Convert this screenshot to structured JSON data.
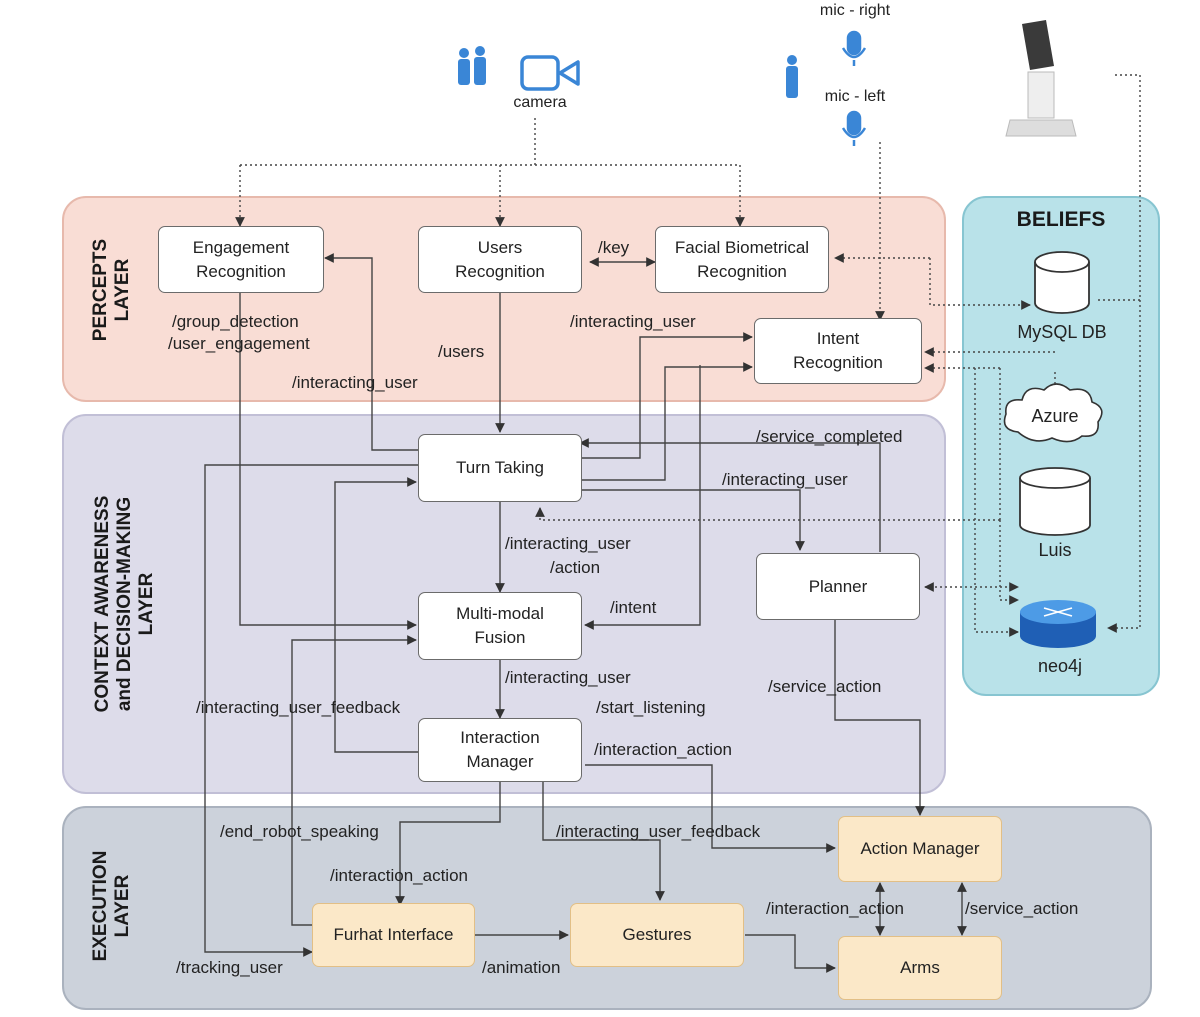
{
  "devices": {
    "camera": "camera",
    "mic_right": "mic - right",
    "mic_left": "mic - left"
  },
  "layers": {
    "percepts": "PERCEPTS\nLAYER",
    "context": "CONTEXT AWARENESS\nand DECISION-MAKING\nLAYER",
    "execution": "EXECUTION\nLAYER",
    "beliefs": "BELIEFS"
  },
  "nodes": {
    "engagement": "Engagement\nRecognition",
    "users_recognition": "Users\nRecognition",
    "facial": "Facial Biometrical\nRecognition",
    "intent_recognition": "Intent\nRecognition",
    "turn_taking": "Turn Taking",
    "fusion": "Multi-modal\nFusion",
    "planner": "Planner",
    "interaction_manager": "Interaction\nManager",
    "action_manager": "Action Manager",
    "furhat": "Furhat Interface",
    "gestures": "Gestures",
    "arms": "Arms"
  },
  "beliefs": {
    "mysql": "MySQL DB",
    "azure": "Azure",
    "luis": "Luis",
    "neo4j": "neo4j"
  },
  "edge_labels": {
    "key": "/key",
    "group_detection": "/group_detection",
    "user_engagement": "/user_engagement",
    "users": "/users",
    "interacting_user_percepts": "/interacting_user",
    "interacting_user_intent": "/interacting_user",
    "service_completed": "/service_completed",
    "interacting_user_planner": "/interacting_user",
    "interacting_user_tt": "/interacting_user",
    "action": "/action",
    "intent": "/intent",
    "interacting_user_fusion": "/interacting_user",
    "start_listening": "/start_listening",
    "interacting_user_feedback": "/interacting_user_feedback",
    "interaction_action_im": "/interaction_action",
    "service_action_planner": "/service_action",
    "end_robot_speaking": "/end_robot_speaking",
    "interacting_user_feedback_exec": "/interacting_user_feedback",
    "interaction_action_exec": "/interaction_action",
    "interaction_action_arms": "/interaction_action",
    "service_action_arms": "/service_action",
    "tracking_user": "/tracking_user",
    "animation": "/animation"
  },
  "colors": {
    "percepts_bg": "#f9ddd5",
    "context_bg": "#dddcea",
    "execution_bg": "#ccd2db",
    "beliefs_bg": "#b9e2e9",
    "exec_node_bg": "#fbe8c8",
    "icon_blue": "#3a86d6"
  }
}
